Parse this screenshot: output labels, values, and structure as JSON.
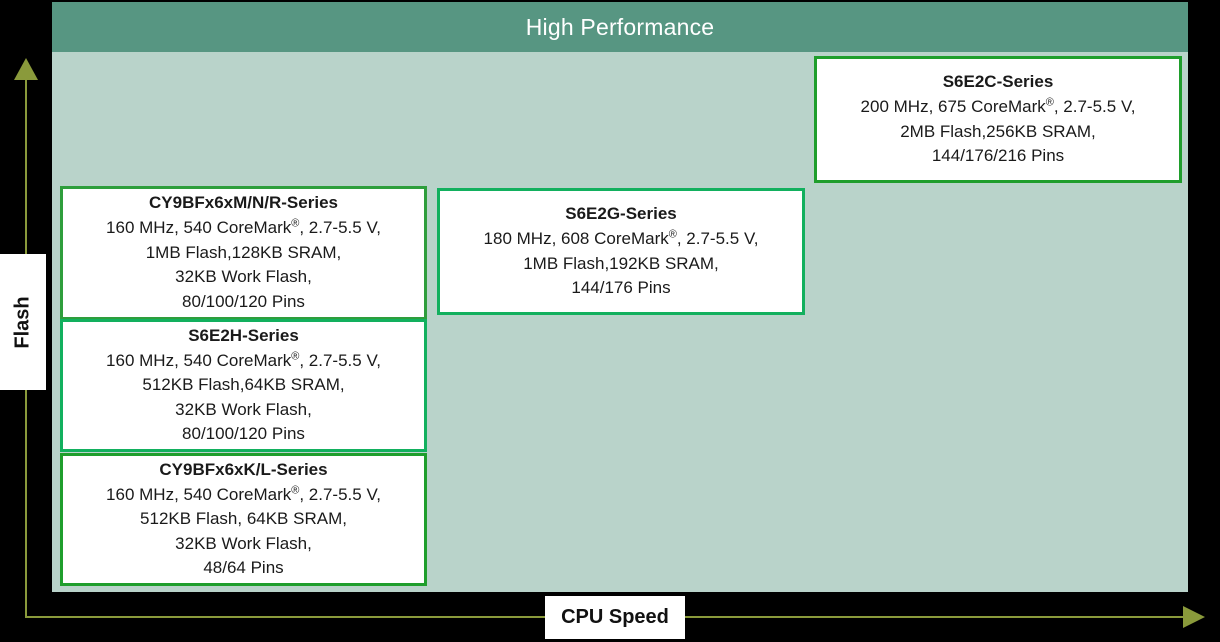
{
  "chart_data": {
    "type": "scatter",
    "title": "High Performance",
    "xlabel": "CPU Speed",
    "ylabel": "Flash",
    "grid": false,
    "legend": "none",
    "description": "Positioning quadrant chart of MCU product series plotted by CPU Speed (x-axis) versus Flash (y-axis)",
    "points": [
      {
        "name": "S6E2C-Series",
        "cpu_speed_mhz": 200,
        "coremark": 675,
        "voltage": "2.7-5.5 V",
        "flash": "2MB",
        "sram": "256KB",
        "work_flash": null,
        "pins": "144/176/216"
      },
      {
        "name": "S6E2G-Series",
        "cpu_speed_mhz": 180,
        "coremark": 608,
        "voltage": "2.7-5.5 V",
        "flash": "1MB",
        "sram": "192KB",
        "work_flash": null,
        "pins": "144/176"
      },
      {
        "name": "CY9BFx6xM/N/R-Series",
        "cpu_speed_mhz": 160,
        "coremark": 540,
        "voltage": "2.7-5.5 V",
        "flash": "1MB",
        "sram": "128KB",
        "work_flash": "32KB",
        "pins": "80/100/120"
      },
      {
        "name": "S6E2H-Series",
        "cpu_speed_mhz": 160,
        "coremark": 540,
        "voltage": "2.7-5.5 V",
        "flash": "512KB",
        "sram": "64KB",
        "work_flash": "32KB",
        "pins": "80/100/120"
      },
      {
        "name": "CY9BFx6xK/L-Series",
        "cpu_speed_mhz": 160,
        "coremark": 540,
        "voltage": "2.7-5.5 V",
        "flash": "512KB",
        "sram": "64KB",
        "work_flash": "32KB",
        "pins": "48/64"
      }
    ]
  },
  "colors": {
    "header_band": "#579682",
    "plot_background": "#b9d3ca",
    "axis": "#8a9a3b",
    "border_dark_green": "#1f9e2c",
    "border_bright_green": "#12b05e",
    "page_background": "#000000",
    "header_text": "#ffffff"
  },
  "header": {
    "title": "High Performance"
  },
  "axes": {
    "y_label": "Flash",
    "x_label": "CPU Speed"
  },
  "boxes": {
    "s6e2c": {
      "title": "S6E2C-Series",
      "line1": "200 MHz, 675 CoreMark",
      "line1_sup": "®",
      "line1_tail": ", 2.7-5.5 V,",
      "line2": "2MB Flash,256KB SRAM,",
      "line3": "144/176/216 Pins"
    },
    "cy9m": {
      "title": "CY9BFx6xM/N/R-Series",
      "line1": "160 MHz, 540 CoreMark",
      "line1_sup": "®",
      "line1_tail": ", 2.7-5.5 V,",
      "line2": "1MB Flash,128KB SRAM,",
      "line3": "32KB Work Flash,",
      "line4": "80/100/120 Pins"
    },
    "s6e2g": {
      "title": "S6E2G-Series",
      "line1": "180 MHz, 608 CoreMark",
      "line1_sup": "®",
      "line1_tail": ", 2.7-5.5 V,",
      "line2": "1MB Flash,192KB SRAM,",
      "line3": "144/176 Pins"
    },
    "s6e2h": {
      "title": "S6E2H-Series",
      "line1": "160 MHz, 540 CoreMark",
      "line1_sup": "®",
      "line1_tail": ", 2.7-5.5 V,",
      "line2": "512KB Flash,64KB SRAM,",
      "line3": "32KB Work Flash,",
      "line4": "80/100/120 Pins"
    },
    "cy9k": {
      "title": "CY9BFx6xK/L-Series",
      "line1": "160 MHz, 540 CoreMark",
      "line1_sup": "®",
      "line1_tail": ", 2.7-5.5 V,",
      "line2": "512KB Flash, 64KB SRAM,",
      "line3": "32KB Work Flash,",
      "line4": "48/64 Pins"
    }
  }
}
